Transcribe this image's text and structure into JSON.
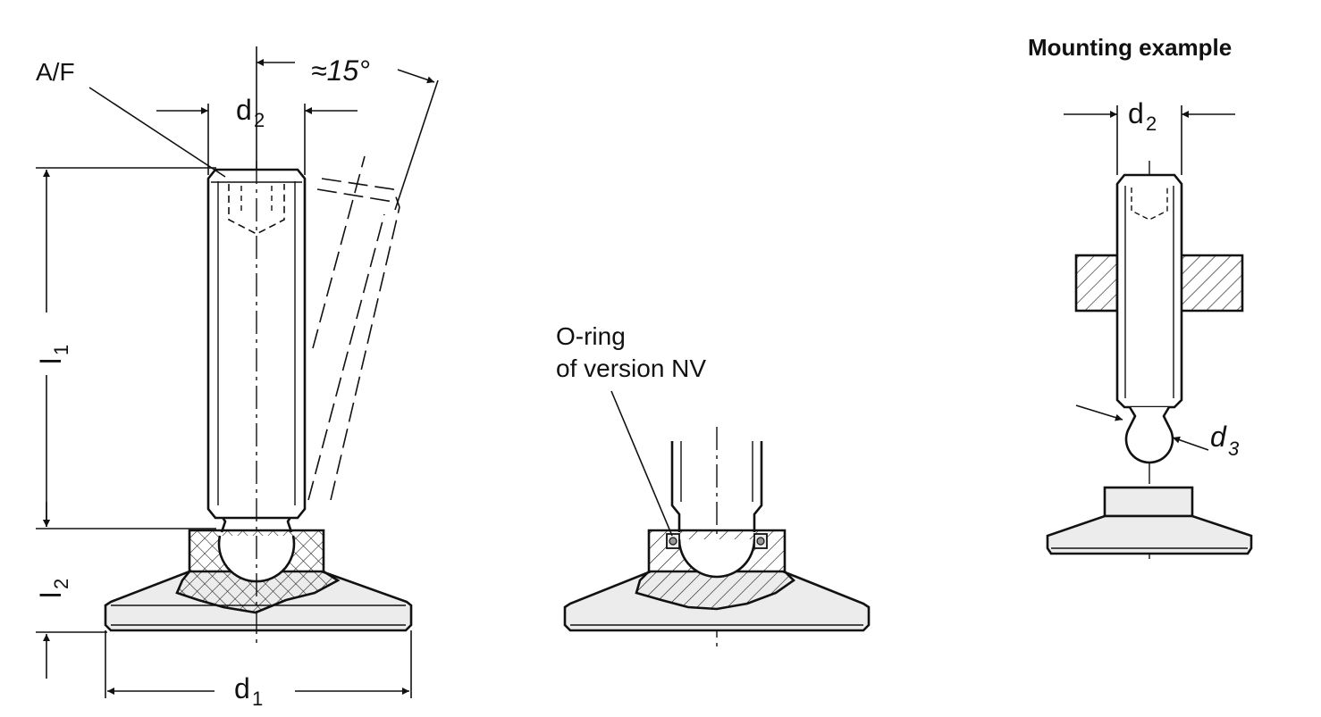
{
  "title": "Mounting example",
  "labels": {
    "af": "A/F",
    "angle": "≈15°",
    "d1": "d",
    "d1_sub": "1",
    "d2": "d",
    "d2_sub": "2",
    "l1": "l",
    "l1_sub": "1",
    "l2": "l",
    "l2_sub": "2",
    "oring_line1": "O-ring",
    "oring_line2": "of version NV",
    "ex_d2": "d",
    "ex_d2_sub": "2",
    "d3": "d",
    "d3_sub": "3"
  },
  "colors": {
    "ink": "#111111",
    "fill": "#ececec",
    "paper": "#ffffff"
  }
}
